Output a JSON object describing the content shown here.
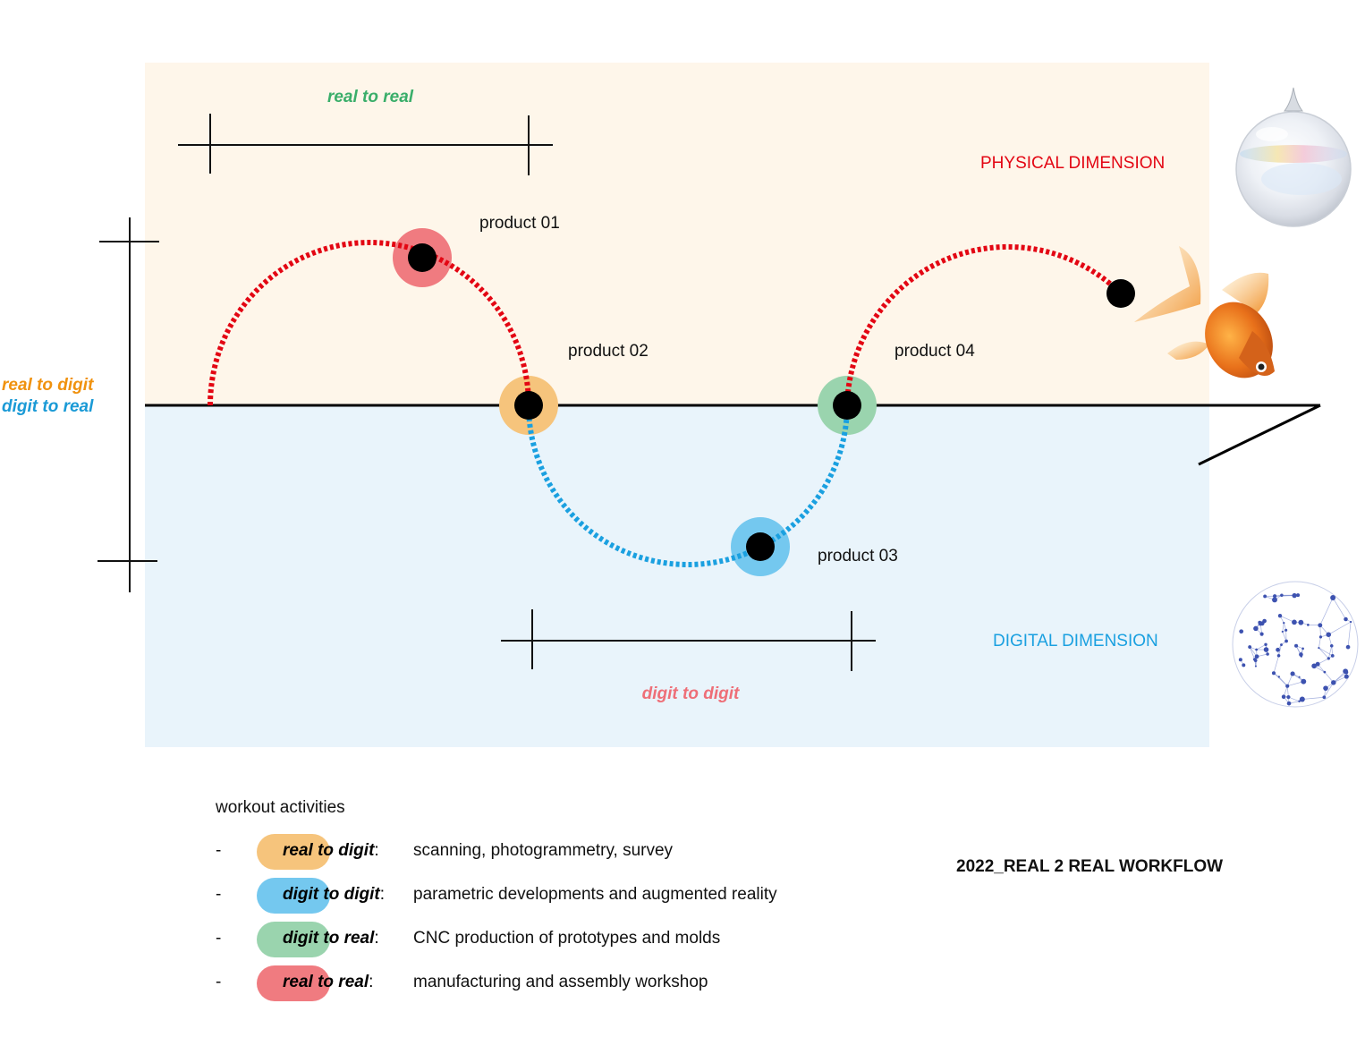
{
  "title": "2022_REAL 2 REAL WORKFLOW",
  "colors": {
    "physical_bg": "#fef6ea",
    "digital_bg": "#e9f4fb",
    "physical_path": "#e30613",
    "digital_path": "#1aa0e0",
    "physical_label": "#e30613",
    "digital_label": "#1aa0e0",
    "real_to_real_label": "#3aae6a",
    "digit_to_digit_label": "#ee6f78",
    "real_to_digit_label": "#f0920f",
    "digit_to_real_label": "#1a9ad6",
    "halo_real_to_digit": "#f6c47c",
    "halo_digit_to_digit": "#74c8ef",
    "halo_digit_to_real": "#9ad4ae",
    "halo_real_to_real": "#f07b80"
  },
  "dimensions": {
    "physical": "PHYSICAL DIMENSION",
    "digital": "DIGITAL DIMENSION"
  },
  "measures": {
    "top": "real to real",
    "bottom": "digit to digit",
    "left_line1": "real to digit",
    "left_line2": "digit to real"
  },
  "products": [
    {
      "label": "product 01",
      "activity": "real to real"
    },
    {
      "label": "product 02",
      "activity": "real to digit"
    },
    {
      "label": "product 03",
      "activity": "digit to digit"
    },
    {
      "label": "product 04",
      "activity": "digit to real"
    }
  ],
  "images": {
    "glass_sphere": "glass-bauble-image",
    "goldfish": "goldfish-image",
    "network_sphere": "network-sphere-image"
  },
  "legend": {
    "title": "workout activities",
    "items": [
      {
        "dash": "-",
        "key": "real to digit",
        "colon": ":",
        "desc": "scanning, photogrammetry, survey",
        "color": "#f6c47c"
      },
      {
        "dash": "-",
        "key": "digit to digit",
        "colon": ":",
        "desc": "parametric developments and augmented reality",
        "color": "#74c8ef"
      },
      {
        "dash": "-",
        "key": "digit to real",
        "colon": ":",
        "desc": "CNC production of prototypes and molds",
        "color": "#9ad4ae"
      },
      {
        "dash": "-",
        "key": "real to real",
        "colon": ":",
        "desc": "manufacturing and assembly workshop",
        "color": "#f07b80"
      }
    ]
  }
}
